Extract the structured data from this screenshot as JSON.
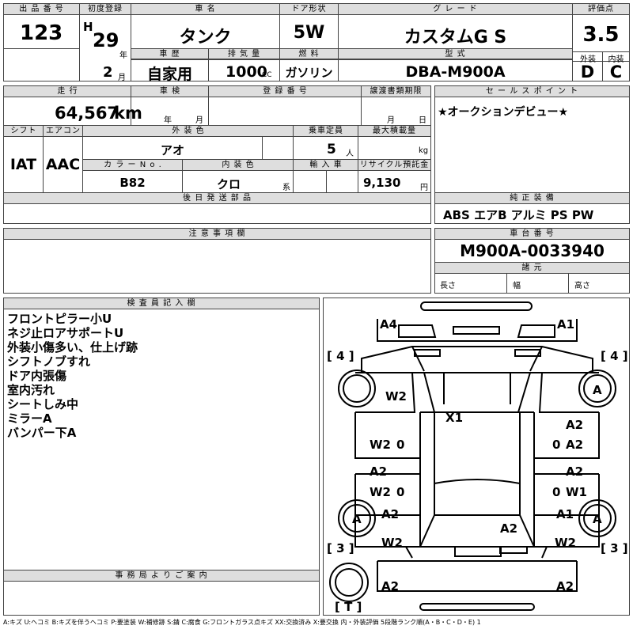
{
  "header": {
    "lot_label": "出 品 番 号",
    "lot": "123",
    "reg_label": "初度登録",
    "era": "H",
    "year": "29",
    "year_unit": "年",
    "month": "2",
    "month_unit": "月",
    "car_name_label": "車 名",
    "car_name": "タンク",
    "doors_label": "ドア形状",
    "doors": "5W",
    "grade_label": "グ レ ー ド",
    "grade": "カスタムG S",
    "score_label": "評価点",
    "score": "3.5",
    "history_label": "車 歴",
    "history": "自家用",
    "displacement_label": "排 気 量",
    "displacement": "1000",
    "displacement_unit": "CC",
    "fuel_label": "燃 料",
    "fuel": "ガソリン",
    "model_code_label": "型 式",
    "model_code": "DBA-M900A",
    "exterior_grade_label": "外装",
    "exterior_grade": "D",
    "interior_grade_label": "内装",
    "interior_grade": "C"
  },
  "details": {
    "mileage_label": "走 行",
    "mileage": "64,567",
    "mileage_unit": "km",
    "inspection_label": "車 検",
    "inspection_year_unit": "年",
    "inspection_month_unit": "月",
    "plate_label": "登 録 番 号",
    "transfer_label": "譲渡書類期限",
    "transfer_month_unit": "月",
    "transfer_day_unit": "日",
    "shift_label": "シフト",
    "shift": "IAT",
    "ac_label": "エアコン",
    "ac": "AAC",
    "ext_color_label": "外 装 色",
    "ext_color": "アオ",
    "capacity_label": "乗車定員",
    "capacity": "5",
    "capacity_unit": "人",
    "load_label": "最大積載量",
    "load_unit": "kg",
    "color_no_label": "カ ラ ー N o .",
    "color_no": "B82",
    "int_color_label": "内 装 色",
    "int_color": "クロ",
    "int_color_unit": "系",
    "import_label": "輸 入 車",
    "recycle_label": "リサイクル預託金",
    "recycle": "9,130",
    "recycle_unit": "円",
    "later_parts_label": "後 日 発 送 部 品"
  },
  "sales_point": {
    "label": "セ ー ル ス ポ イ ン ト",
    "text": "★オークションデビュー★"
  },
  "equipment": {
    "label": "純 正 装 備",
    "text": "ABS エアB アルミ PS PW"
  },
  "notes": {
    "label": "注 意 事 項 欄"
  },
  "chassis": {
    "label": "車 台 番 号",
    "number": "M900A-0033940",
    "specs_label": "諸 元",
    "length_label": "長さ",
    "width_label": "幅",
    "height_label": "高さ"
  },
  "inspector": {
    "label": "検 査 員 記 入 欄",
    "lines": [
      "フロントピラー小U",
      "ネジ止ロアサポートU",
      "外装小傷多い、仕上げ跡",
      "シフトノブすれ",
      "ドア内張傷",
      "室内汚れ",
      "シートしみ中",
      "ミラーA",
      "バンパー下A"
    ]
  },
  "office": {
    "label": "事 務 局 よ り ご 案 内"
  },
  "diagram": {
    "tire_labels": {
      "front_left": "[ 4 ]",
      "front_right": "[ 4 ]",
      "rear_left": "[ 3 ]",
      "rear_right": "[ 3 ]",
      "spare": "[ T ]"
    },
    "marks": [
      "A4",
      "A1",
      "W2",
      "A",
      "X1",
      "A2",
      "W2",
      "0",
      "0",
      "A2",
      "A2",
      "W2",
      "0",
      "0",
      "W1",
      "A2",
      "A",
      "A1",
      "A",
      "A2",
      "W2",
      "W2",
      "A2",
      "A2"
    ]
  },
  "legend": "A:キズ U:ヘコミ B:キズを伴うヘコミ P:要塗装 W:補修跡 S:錆 C:腐食 G:フロントガラス点キズ XX:交換済み X:要交換 内・外装評価 5段階ランク順(A・B・C・D・E) 1"
}
